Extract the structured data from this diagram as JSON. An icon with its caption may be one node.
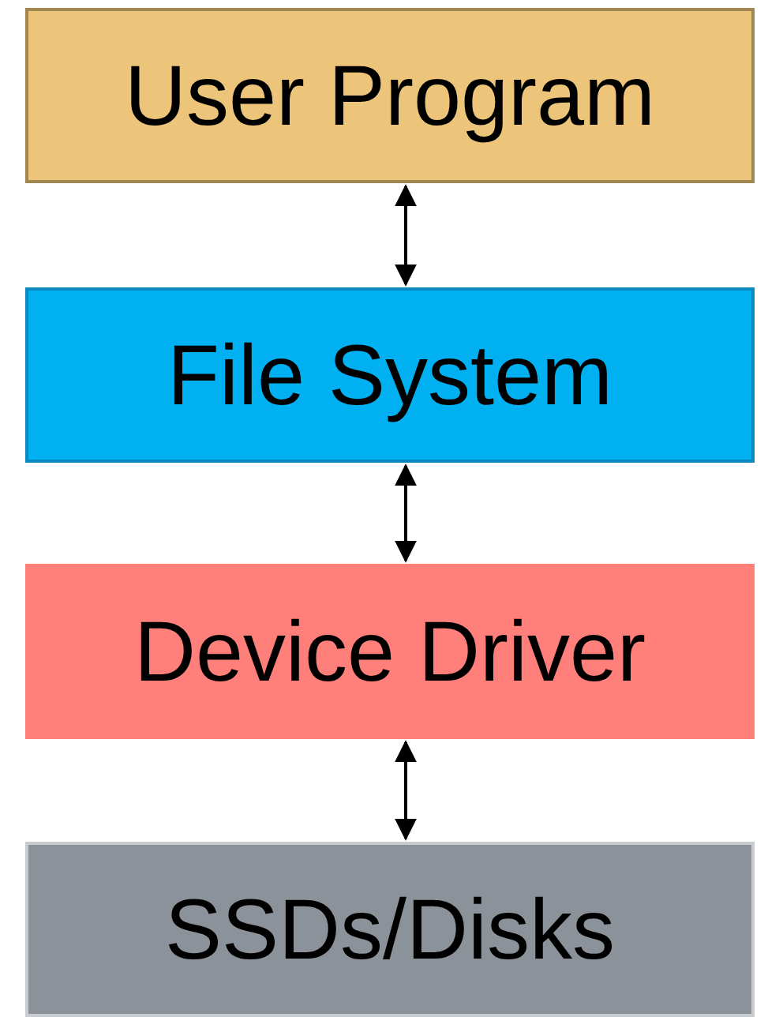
{
  "diagram": {
    "nodes": [
      {
        "text": [
          "User Program"
        ]
      },
      {
        "text": [
          "File System"
        ]
      },
      {
        "text": [
          "Device Driver"
        ]
      },
      {
        "text": [
          "SSDs/Disks"
        ]
      }
    ],
    "edges": [
      {
        "from": 0,
        "to": 1,
        "arrow": "both"
      },
      {
        "from": 1,
        "to": 2,
        "arrow": "both"
      },
      {
        "from": 2,
        "to": 3,
        "arrow": "both"
      }
    ]
  }
}
